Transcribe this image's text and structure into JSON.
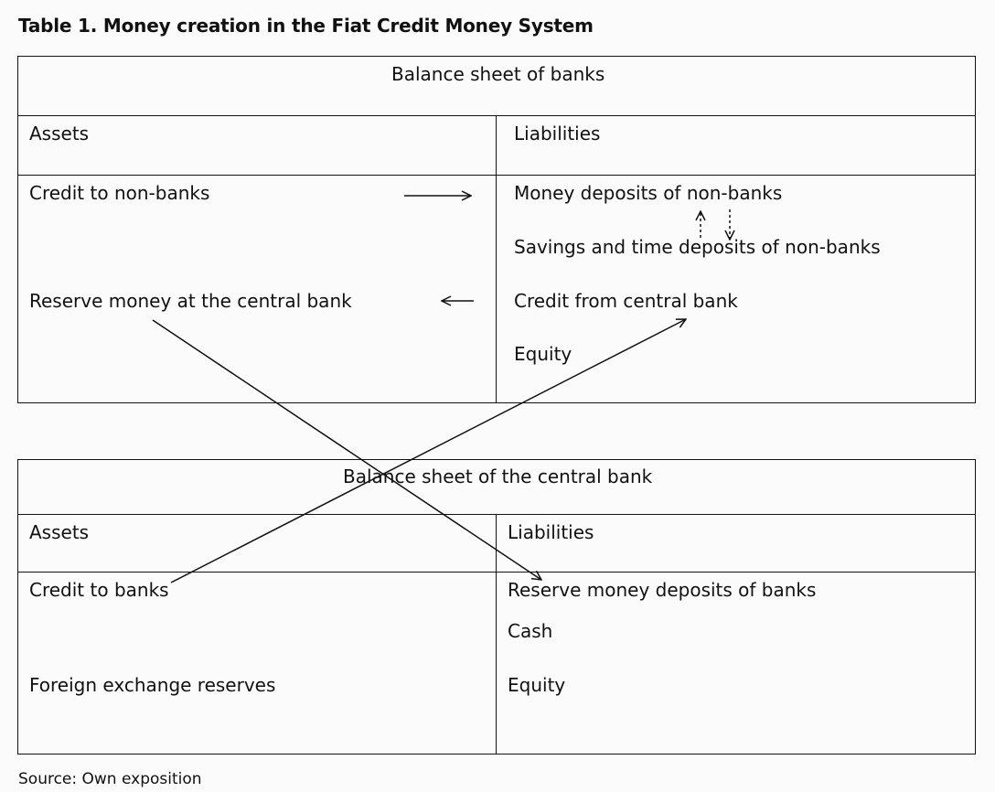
{
  "title": "Table 1. Money creation in the Fiat Credit Money System",
  "banks": {
    "heading": "Balance sheet of banks",
    "assets_header": "Assets",
    "liabilities_header": "Liabilities",
    "assets": [
      "Credit to non-banks",
      "Reserve money at the central bank"
    ],
    "liabilities": [
      "Money deposits of non-banks",
      "Savings and time deposits of non-banks",
      "Credit from central bank",
      "Equity"
    ]
  },
  "central_bank": {
    "heading": "Balance sheet of the central bank",
    "assets_header": "Assets",
    "liabilities_header": "Liabilities",
    "assets": [
      "Credit to banks",
      "Foreign exchange reserves"
    ],
    "liabilities": [
      "Reserve money deposits of banks",
      "Cash",
      "Equity"
    ]
  },
  "source": "Source: Own exposition"
}
